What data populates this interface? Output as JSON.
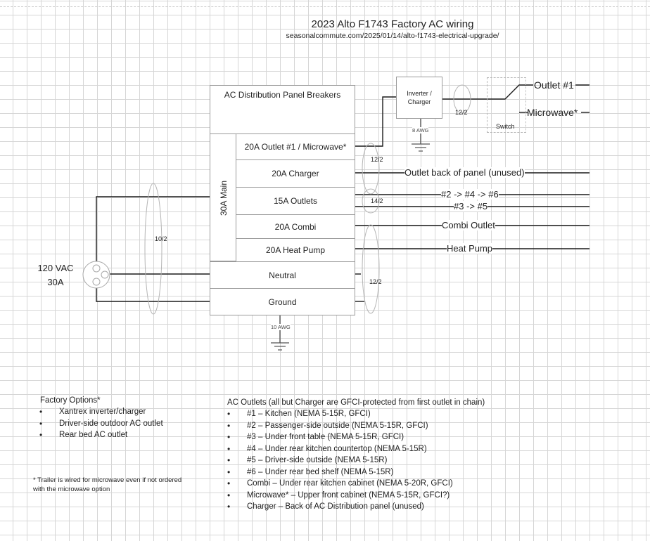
{
  "header": {
    "title": "2023 Alto F1743 Factory AC wiring",
    "subtitle": "seasonalcommute.com/2025/01/14/alto-f1743-electrical-upgrade/"
  },
  "panel": {
    "title": "AC Distribution Panel Breakers",
    "main_breaker": "30A Main",
    "breakers": [
      {
        "label": "20A Outlet #1 / Microwave*"
      },
      {
        "label": "20A Charger"
      },
      {
        "label": "15A Outlets"
      },
      {
        "label": "20A Combi"
      },
      {
        "label": "20A Heat Pump"
      }
    ],
    "neutral": "Neutral",
    "ground": "Ground"
  },
  "supply": {
    "voltage": "120 VAC",
    "amperage": "30A",
    "cable": "10/2"
  },
  "ground_wires": {
    "panel": "10 AWG",
    "inverter": "8 AWG"
  },
  "cables": {
    "outlet_charger": "12/2",
    "outlets": "14/2",
    "combi_heatpump": "12/2",
    "inverter_switch": "12/2"
  },
  "inverter": {
    "label_line1": "Inverter /",
    "label_line2": "Charger"
  },
  "switch": {
    "label": "Switch",
    "outputs": [
      "Outlet #1",
      "Microwave*"
    ]
  },
  "circuits": {
    "charger": "Outlet back of panel (unused)",
    "outlets_a": "#2 -> #4 -> #6",
    "outlets_b": "#3 -> #5",
    "combi": "Combi Outlet",
    "heat_pump": "Heat Pump"
  },
  "factory_options": {
    "title": "Factory Options*",
    "items": [
      "Xantrex inverter/charger",
      "Driver-side outdoor AC outlet",
      "Rear bed AC outlet"
    ],
    "note_line1": "* Trailer is wired for microwave even if not ordered",
    "note_line2": "with the microwave option"
  },
  "ac_outlets": {
    "title": "AC Outlets (all but Charger are GFCI-protected from first outlet in chain)",
    "items": [
      "#1 – Kitchen (NEMA 5-15R, GFCI)",
      "#2 – Passenger-side outside (NEMA 5-15R, GFCI)",
      "#3 – Under front table (NEMA 5-15R, GFCI)",
      "#4 – Under rear kitchen countertop (NEMA 5-15R)",
      "#5 – Driver-side outside (NEMA 5-15R)",
      "#6 – Under rear bed shelf (NEMA 5-15R)",
      "Combi – Under rear kitchen cabinet (NEMA 5-20R, GFCI)",
      "Microwave* – Upper front cabinet (NEMA 5-15R, GFCI?)",
      "Charger – Back of AC Distribution panel (unused)"
    ]
  }
}
